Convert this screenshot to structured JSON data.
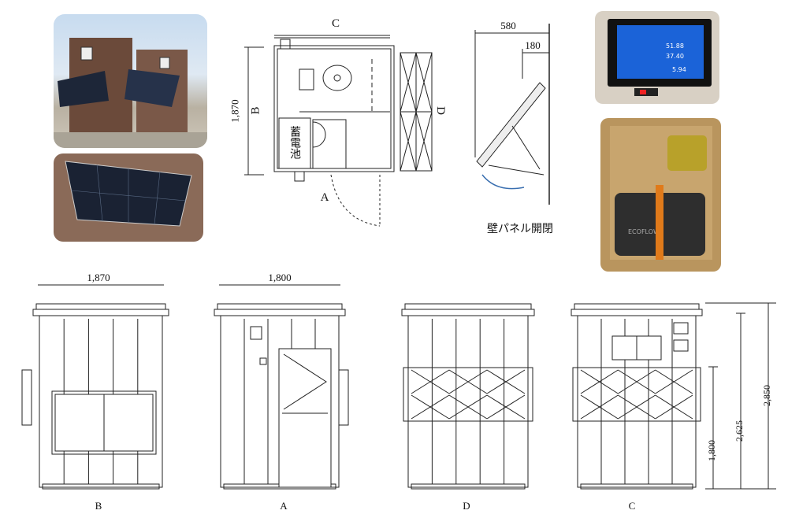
{
  "floor_plan": {
    "side_labels": {
      "top": "C",
      "left": "B",
      "right": "D",
      "bottom": "A"
    },
    "width_dimension": "1,870",
    "battery_label": "蓄電池"
  },
  "wall_panel": {
    "dimension_outer": "580",
    "dimension_inner": "180",
    "caption": "壁パネル開閉"
  },
  "monitor_screen": {
    "value_1": "51.88",
    "value_2": "37.40",
    "value_3": "5.94"
  },
  "battery_photo": {
    "brand_text": "ECOFLOW"
  },
  "elevations": [
    {
      "label": "B",
      "dimension": "1,870"
    },
    {
      "label": "A",
      "dimension": "1,800"
    },
    {
      "label": "D",
      "dimension": ""
    },
    {
      "label": "C",
      "dimension": ""
    }
  ],
  "height_dimensions": {
    "total": "2,850",
    "eave": "2,625",
    "panel": "1,800"
  },
  "colors": {
    "line": "#222222",
    "photo_sky": "#a9c6e6",
    "wall_brown": "#6b4a3a",
    "screen_blue": "#1b63d8"
  }
}
